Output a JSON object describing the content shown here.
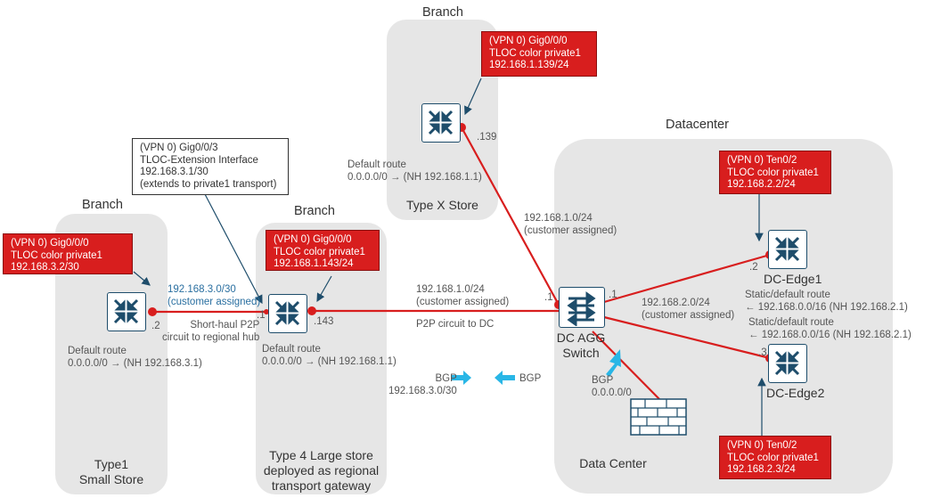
{
  "areas": {
    "type1": {
      "header": "Branch",
      "caption": [
        "Type1",
        "Small Store"
      ]
    },
    "type4": {
      "header": "Branch",
      "caption": [
        "Type 4 Large store",
        "deployed as regional",
        "transport gateway"
      ]
    },
    "typex": {
      "header": "Branch",
      "caption": "Type X Store"
    },
    "dc": {
      "header": "Datacenter",
      "caption": "Data Center"
    }
  },
  "boxes": {
    "type1_if": [
      "(VPN 0) Gig0/0/0",
      "TLOC color private1",
      "192.168.3.2/30"
    ],
    "tloc_ext": [
      "(VPN 0) Gig0/0/3",
      "TLOC-Extension Interface",
      "192.168.3.1/30",
      "(extends to private1 transport)"
    ],
    "type4_if": [
      "(VPN 0) Gig0/0/0",
      "TLOC color private1",
      "192.168.1.143/24"
    ],
    "typex_if": [
      "(VPN 0) Gig0/0/0",
      "TLOC color private1",
      "192.168.1.139/24"
    ],
    "dc_edge1_if": [
      "(VPN 0) Ten0/2",
      "TLOC color private1",
      "192.168.2.2/24"
    ],
    "dc_edge2_if": [
      "(VPN 0) Ten0/2",
      "TLOC color private1",
      "192.168.2.3/24"
    ]
  },
  "labels": {
    "type1_default": [
      "Default route",
      "0.0.0.0/0 → (NH 192.168.3.1)"
    ],
    "type4_default": [
      "Default route",
      "0.0.0.0/0 → (NH 192.168.1.1)"
    ],
    "typex_default": [
      "Default route",
      "0.0.0.0/0 → (NH 192.168.1.1)"
    ],
    "p2p_subnet": [
      "192.168.3.0/30",
      "(customer assigned)"
    ],
    "short_haul": [
      "Short-haul  P2P",
      "circuit to regional hub"
    ],
    "dc_link": [
      "192.168.1.0/24",
      "(customer assigned)"
    ],
    "p2p_dc": "P2P circuit to DC",
    "typex_link": [
      "192.168.1.0/24",
      "(customer assigned)"
    ],
    "dc_edge_subnet": [
      "192.168.2.0/24",
      "(customer assigned)"
    ],
    "static1": [
      "Static/default route",
      "← 192.168.0.0/16 (NH 192.168.2.1)"
    ],
    "static2": [
      "Static/default route",
      "← 192.168.0.0/16 (NH 192.168.2.1)"
    ],
    "bgp_left": [
      "BGP",
      "192.168.3.0/30"
    ],
    "bgp_right": "BGP",
    "bgp_dc": [
      "BGP",
      "0.0.0.0/0"
    ],
    "dc_switch": [
      "DC AGG",
      "Switch"
    ],
    "dc_edge1": "DC-Edge1",
    "dc_edge2": "DC-Edge2",
    "if_2_type1": ".2",
    "if_1_type4": ".1",
    "if_143": ".143",
    "if_139": ".139",
    "if_1_switch_a": ".1",
    "if_1_switch_b": ".1",
    "if_2_edge1": ".2",
    "if_3_edge2": ".3"
  },
  "colors": {
    "link": "#d81e1e",
    "node": "#1e4d6b",
    "area": "#e6e6e6",
    "bgp_arrow": "#29b6e6"
  }
}
